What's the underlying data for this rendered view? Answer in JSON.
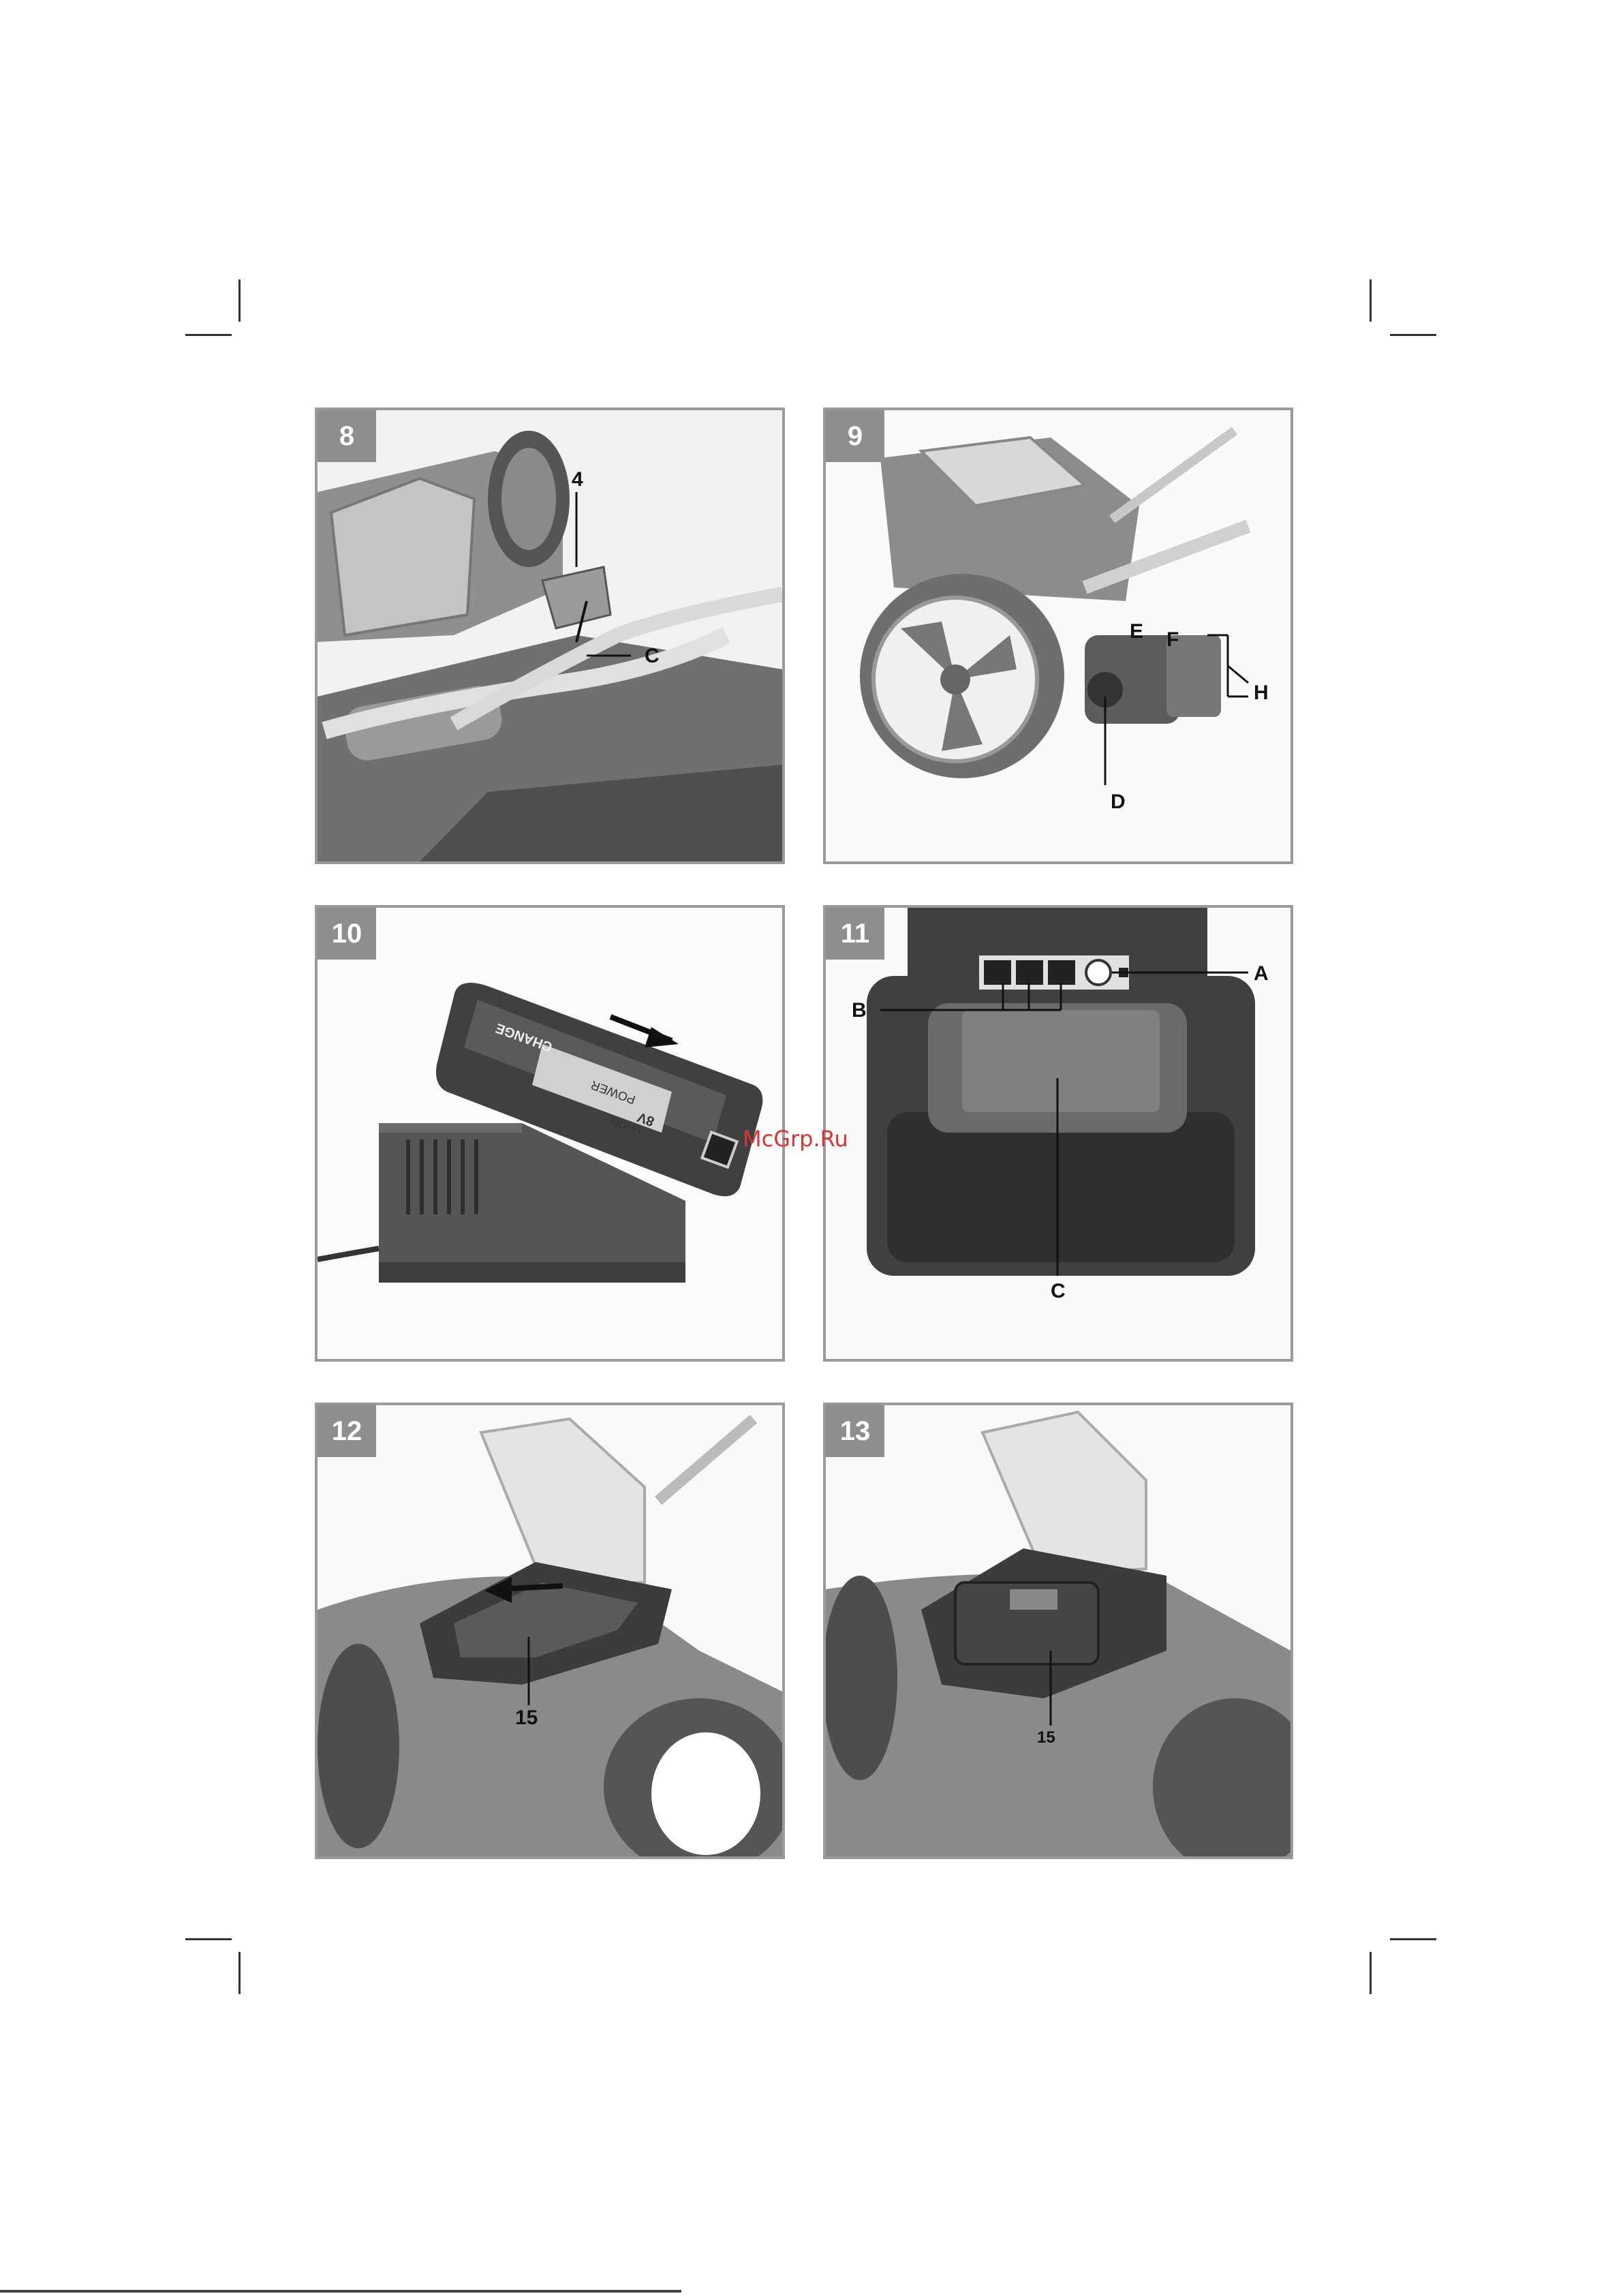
{
  "panels": [
    {
      "number": "8",
      "labels": [
        "4",
        "C"
      ]
    },
    {
      "number": "9",
      "labels": [
        "E",
        "F",
        "H",
        "D"
      ]
    },
    {
      "number": "10",
      "labels": []
    },
    {
      "number": "11",
      "labels": [
        "A",
        "B",
        "C"
      ]
    },
    {
      "number": "12",
      "labels": [
        "15"
      ]
    },
    {
      "number": "13",
      "labels": [
        "15"
      ]
    }
  ],
  "battery_text": {
    "brand": "CHANGE",
    "voltage": "8V",
    "power": "POWER",
    "type": "Li-ION"
  },
  "watermark": "McGrp.Ru"
}
